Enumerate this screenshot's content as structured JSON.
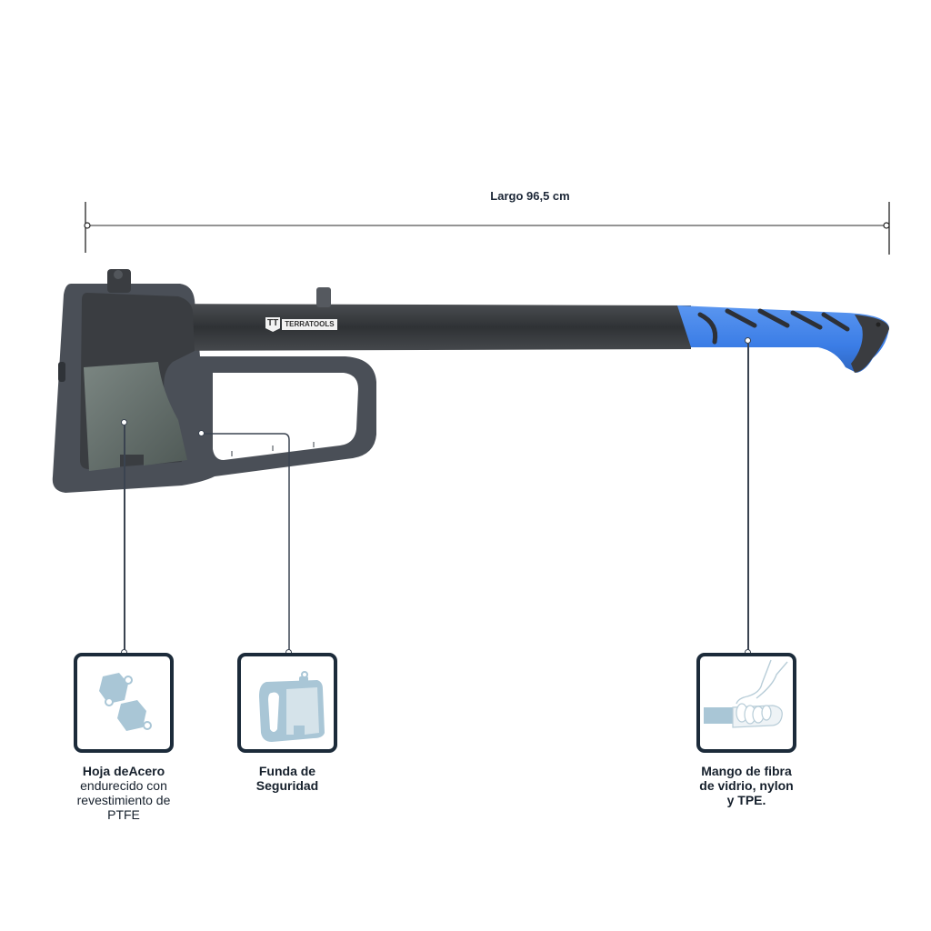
{
  "dimension": {
    "label": "Largo 96,5 cm"
  },
  "product": {
    "brand_mark": "TT",
    "brand_name": "TERRATOOLS",
    "colors": {
      "handle_shaft": "#3b3e42",
      "grip_accent": "#3b7de6",
      "sheath": "#4a4f57",
      "blade": "#5d6864",
      "icon_fill": "#a9c6d6",
      "card_border": "#1c2b3a"
    }
  },
  "features": [
    {
      "icon": "steel-blade-hex-icon",
      "title": "Hoja deAcero",
      "description_lines": [
        "endurecido con",
        "revestimiento de",
        "PTFE"
      ]
    },
    {
      "icon": "safety-sheath-icon",
      "title_lines": [
        "Funda de",
        "Seguridad"
      ]
    },
    {
      "icon": "hand-grip-icon",
      "title_lines": [
        "Mango de fibra",
        "de vidrio, nylon",
        "y TPE."
      ]
    }
  ]
}
